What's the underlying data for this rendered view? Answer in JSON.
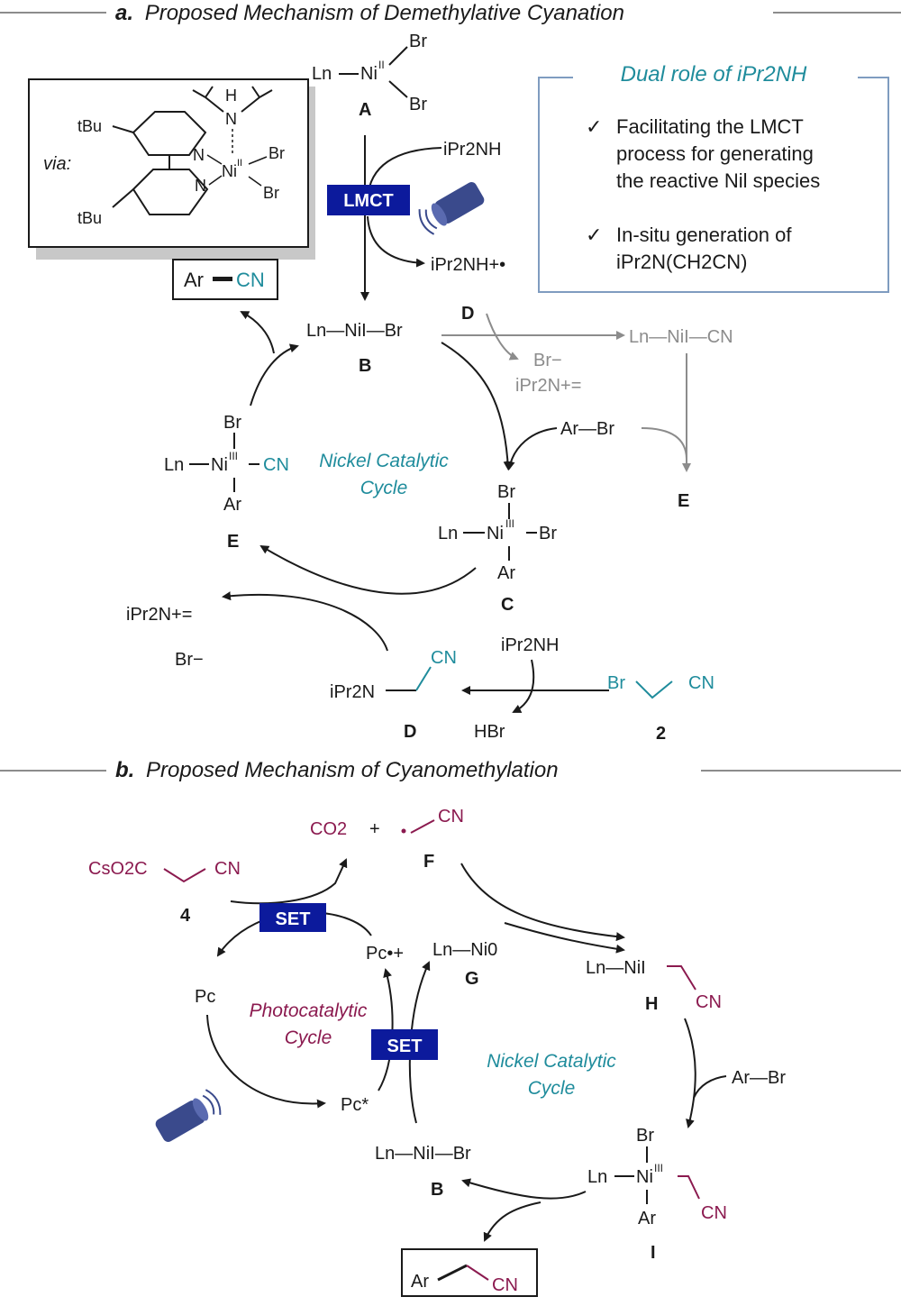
{
  "colors": {
    "teal": "#1f8c9c",
    "plum": "#8b1a4f",
    "grey": "#8c8c8c",
    "navy": "#0c1a9c",
    "role_box_border": "#7f9cc0",
    "lamp_body": "#3a4a8c"
  },
  "icons": [
    "lamp-icon",
    "checkmark-icon"
  ],
  "part_a": {
    "heading_letter": "a.",
    "heading_text": "Proposed Mechanism of Demethylative Cyanation",
    "inset": {
      "via": "via:",
      "tbu_top": "tBu",
      "tbu_bottom": "tBu",
      "H": "H",
      "N_amine": "N",
      "N1": "N",
      "N2": "N",
      "ni": "Ni",
      "ni_ox": "II",
      "br1": "Br",
      "br2": "Br"
    },
    "species_A": {
      "ln": "Ln",
      "ni": "Ni",
      "ox": "II",
      "br_top": "Br",
      "br_bottom": "Br",
      "label": "A"
    },
    "lmct_label": "LMCT",
    "amine_in": "iPr2NH",
    "amine_out": "iPr2NH+•",
    "role_box": {
      "title": "Dual role of iPr2NH",
      "item1_lines": [
        "Facilitating the LMCT",
        "process for generating",
        "the reactive Nil species"
      ],
      "item2_lines": [
        "In-situ generation of",
        "iPr2N(CH2CN)"
      ]
    },
    "product": {
      "ar": "Ar",
      "cn": "CN"
    },
    "species_B": {
      "text": "Ln—NiI—Br",
      "label": "B"
    },
    "side_path": {
      "D": "D",
      "br_minus": "Br−",
      "iminium": "iPr2N+=",
      "ni_cn": "Ln—NiI—CN",
      "E": "E"
    },
    "aryl_bromide": "Ar—Br",
    "species_E": {
      "br": "Br",
      "ln": "Ln",
      "ni": "Ni",
      "ox": "III",
      "cn": "CN",
      "ar": "Ar",
      "label": "E"
    },
    "cycle_label": [
      "Nickel Catalytic",
      "Cycle"
    ],
    "species_C": {
      "br_top": "Br",
      "ln": "Ln",
      "ni": "Ni",
      "ox": "III",
      "br_right": "Br",
      "ar": "Ar",
      "label": "C"
    },
    "iminium_out": {
      "text": "iPr2N+=",
      "br": "Br−"
    },
    "species_D": {
      "amine": "iPr2N",
      "cn": "CN",
      "label": "D"
    },
    "reagent_amine": "iPr2NH",
    "hbr": "HBr",
    "reagent_2": {
      "br": "Br",
      "cn": "CN",
      "label": "2"
    }
  },
  "part_b": {
    "heading_letter": "b.",
    "heading_text": "Proposed Mechanism of Cyanomethylation",
    "co2": "CO2",
    "plus": "+",
    "radical": "CN",
    "F": "F",
    "reagent_4": {
      "text": "CsO2C",
      "cn": "CN",
      "label": "4"
    },
    "set_label_1": "SET",
    "set_label_2": "SET",
    "pc_radical": "Pc•+",
    "ni0": {
      "text": "Ln—Ni0",
      "label": "G"
    },
    "pc": "Pc",
    "photo_cycle": [
      "Photocatalytic",
      "Cycle"
    ],
    "pc_star": "Pc*",
    "species_H": {
      "text": "Ln—NiI",
      "cn": "CN",
      "label": "H"
    },
    "nickel_cycle": [
      "Nickel Catalytic",
      "Cycle"
    ],
    "aryl_bromide": "Ar—Br",
    "species_B": {
      "text": "Ln—NiI—Br",
      "label": "B"
    },
    "species_I": {
      "br": "Br",
      "ln": "Ln",
      "ni": "Ni",
      "ox": "III",
      "cn": "CN",
      "ar": "Ar",
      "label": "I"
    },
    "product": {
      "ar": "Ar",
      "cn": "CN"
    }
  }
}
